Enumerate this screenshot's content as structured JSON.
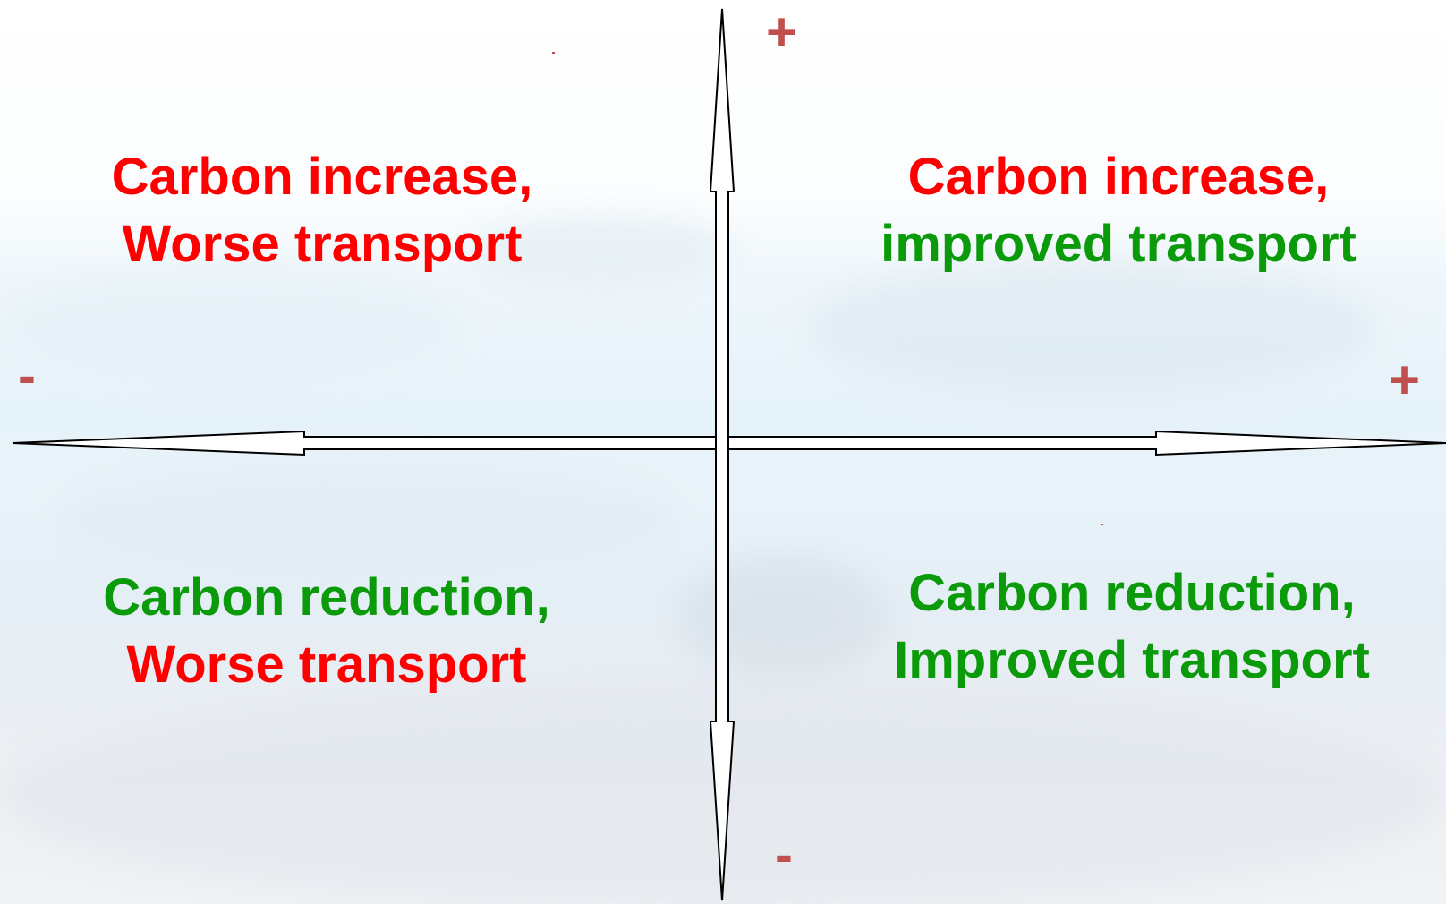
{
  "quadrants": {
    "top_left": {
      "line1": "Carbon increase,",
      "line2": "Worse transport"
    },
    "top_right": {
      "line1": "Carbon increase,",
      "line2": "improved transport"
    },
    "bottom_left": {
      "line1": "Carbon reduction,",
      "line2": "Worse transport"
    },
    "bottom_right": {
      "line1": "Carbon reduction,",
      "line2": "Improved transport"
    }
  },
  "axis_signs": {
    "top": "+",
    "bottom": "-",
    "left": "-",
    "right": "+"
  },
  "colors": {
    "negative_text": "#ff0000",
    "positive_text": "#0a9a0a",
    "sign": "#c0504d"
  }
}
